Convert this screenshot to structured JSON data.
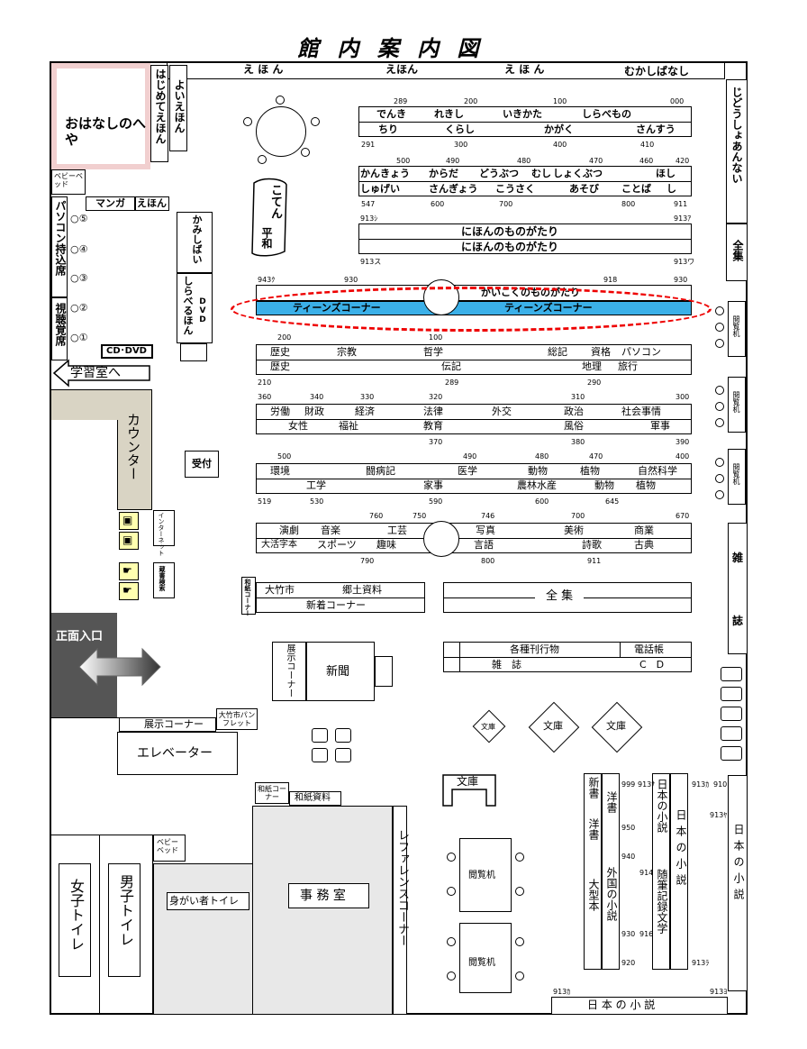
{
  "title": "館 内 案 内 図",
  "top_labels": {
    "ehon1": "え ほ ん",
    "ehon2": "えほん",
    "ehon3": "え ほ ん",
    "mukashi": "むかしばなし"
  },
  "left": {
    "ohanashi": "おはなしのへや",
    "yoi_ehon": "よいえほん",
    "hajimete": "はじめてえほん",
    "baby_bed": "ベビーベッド",
    "manga": "マンガ",
    "ehon_small": "えほん",
    "pc_seat": "パソコン持込席",
    "av_seat": "視聴覚席",
    "seats": [
      "○⑤",
      "○④",
      "○③",
      "○②",
      "○①"
    ],
    "cddvd": "CD･DVD",
    "gakushu": "学習室へ",
    "counter": "カウンター",
    "uketsuke": "受付",
    "internet": "インターネット",
    "zosho": "蔵書検索",
    "kamishibai": "かみしばい",
    "shiraberu": "しらべるほん",
    "dvd": "DVD",
    "washi_corner": "和紙コーナー",
    "entrance": "正面入口",
    "tenji_corner": "展示コーナー",
    "pamphlet": "大竹市パンフレット",
    "elevator": "エレベーター",
    "washi_corner2": "和紙コーナー",
    "washi_shiryo": "和紙資料",
    "baby_bed2": "ベビーベッド",
    "women": "女子トイレ",
    "men": "男子トイレ",
    "disabled": "身がい者トイレ",
    "office": "事 務 室",
    "reference": "レファレンスコーナー"
  },
  "kids": {
    "kotatsu": "こてん",
    "heiwa": "平和",
    "row1_nums": [
      "289",
      "200",
      "100",
      "000"
    ],
    "row1_top": [
      "でんき",
      "れきし",
      "いきかた",
      "しらべもの"
    ],
    "row1_bot": [
      "ちり",
      "くらし",
      "かがく",
      "さんすう"
    ],
    "row1_bnums": [
      "291",
      "300",
      "400",
      "410"
    ],
    "row2_nums": [
      "500",
      "490",
      "480",
      "470",
      "460",
      "420"
    ],
    "row2_top": [
      "かんきょう",
      "からだ",
      "どうぶつ",
      "むし",
      "しょくぶつ",
      "ほし"
    ],
    "row2_bot": [
      "しゅげい",
      "さんぎょう",
      "こうさく",
      "あそび",
      "ことば",
      "し"
    ],
    "row2_bnums": [
      "547",
      "600",
      "700",
      "800",
      "911"
    ],
    "r3_nums": [
      "913ｼ",
      "913ｱ"
    ],
    "nihon1": "にほんのものがたり",
    "nihon2": "にほんのものがたり",
    "r3_bnums": [
      "913ス",
      "913ワ"
    ],
    "r4_nums": [
      "943ｸ",
      "930",
      "918",
      "930"
    ],
    "gaikoku": "がいこくのものがたり",
    "teens1": "ティーンズコーナー",
    "teens2": "ティーンズコーナー"
  },
  "right_wall": {
    "dokusho": "じどうしょあんない",
    "zenshu": "全集",
    "etsuran": "閲覧机",
    "zasshi": "雑誌"
  },
  "adult": {
    "a_nums": [
      "200",
      "100"
    ],
    "a_top": [
      "歴史",
      "宗教",
      "哲学",
      "総記",
      "資格",
      "パソコン"
    ],
    "a_bot": [
      "歴史",
      "伝記",
      "地理",
      "旅行"
    ],
    "a_bnums": [
      "210",
      "289",
      "290"
    ],
    "b_nums": [
      "360",
      "340",
      "330",
      "320",
      "310",
      "300"
    ],
    "b_top": [
      "労働",
      "財政",
      "経済",
      "法律",
      "外交",
      "政治",
      "社会事情"
    ],
    "b_bot": [
      "女性",
      "福祉",
      "教育",
      "風俗",
      "軍事"
    ],
    "b_bnums": [
      "370",
      "380",
      "390"
    ],
    "c_nums": [
      "500",
      "490",
      "480",
      "470",
      "400"
    ],
    "c_top": [
      "環境",
      "闘病記",
      "医学",
      "動物",
      "植物",
      "自然科学"
    ],
    "c_bot": [
      "工学",
      "家事",
      "農林水産",
      "動物",
      "植物"
    ],
    "c_bnums": [
      "519",
      "530",
      "590",
      "600",
      "645"
    ],
    "d_nums": [
      "760",
      "750",
      "746",
      "700",
      "670"
    ],
    "d_top": [
      "演劇",
      "音楽",
      "工芸",
      "写真",
      "美術",
      "商業"
    ],
    "d_bot": [
      "大活字本",
      "スポーツ",
      "趣味",
      "言語",
      "詩歌",
      "古典"
    ],
    "d_bnums": [
      "790",
      "800",
      "911"
    ],
    "otake": "大竹市",
    "kyodo": "郷土資料",
    "shinchaku": "新着コーナー",
    "zenshu": "全 集",
    "kakushu": "各種刊行物",
    "denwa": "電話帳",
    "zasshi": "雑　誌",
    "cd": "C　D",
    "tenji": "展示コーナー",
    "shinbun": "新聞",
    "bunko_s": "文庫",
    "bunko1": "文庫",
    "bunko2": "文庫",
    "bunko3": "文庫",
    "etsuran": "閲覧机",
    "shinsho": "新書",
    "yosho": "洋書",
    "yosho2": "洋書",
    "taikei": "大型本",
    "gaikoku_shosetsu": "外国の小説",
    "nihon_shosetsu": "日本の小説",
    "zuihitsu": "随筆記録文学",
    "nihon_no": "日本の小説",
    "nihon_r": "日本の小説",
    "bottom": "日 本 の 小 説",
    "nums_r": [
      "999",
      "913ﾅ",
      "950",
      "940",
      "914",
      "930",
      "916",
      "920",
      "913ｶ",
      "910",
      "913ﾔ",
      "913ﾗ",
      "913ｶ",
      "913ﾖ"
    ]
  }
}
